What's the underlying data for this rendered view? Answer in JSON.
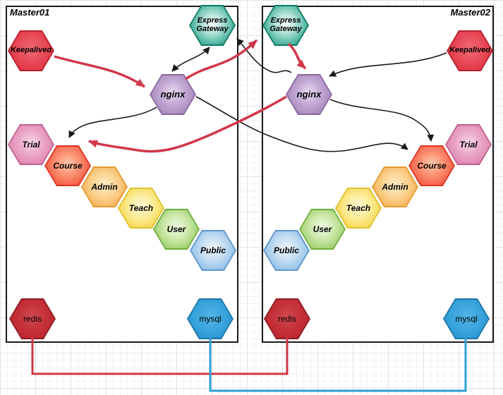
{
  "diagram": {
    "boxes": [
      {
        "id": "master01",
        "title": "Master01"
      },
      {
        "id": "master02",
        "title": "Master02"
      }
    ],
    "node_labels": {
      "keepalived": "Keepalived",
      "express_gateway": "Express Gateway",
      "nginx": "nginx",
      "trial": "Trial",
      "course": "Course",
      "admin": "Admin",
      "teach": "Teach",
      "user": "User",
      "public": "Public",
      "redis": "redis",
      "mysql": "mysql"
    },
    "palette": {
      "keepalived": "#e23748",
      "express_gateway": "#2aa28c",
      "nginx": "#a183b8",
      "trial": "#dd7fab",
      "course": "#f1503a",
      "admin": "#f3ae4e",
      "teach": "#f4d33f",
      "user": "#94c95e",
      "public": "#85b9e6",
      "redis": "#c42f38",
      "mysql": "#2d9dd8",
      "arrow_red": "#d1374c",
      "arrow_black": "#1a1a1a",
      "box_border": "#1a1a1a"
    },
    "edges": [
      {
        "from": "Keepalived (Master01)",
        "to": "nginx (Master01)",
        "style": "red-thick-arrow"
      },
      {
        "from": "nginx (Master01)",
        "to": "Express Gateway (Master01)",
        "style": "black-double-arrow"
      },
      {
        "from": "nginx (Master01)",
        "to": "Express Gateway (Master02)",
        "style": "red-thick-arrow"
      },
      {
        "from": "Express Gateway (Master02)",
        "to": "nginx (Master02)",
        "style": "red-thick-arrow"
      },
      {
        "from": "nginx (Master02)",
        "to": "Express Gateway (Master01)",
        "style": "black-arrow"
      },
      {
        "from": "Keepalived (Master02)",
        "to": "nginx (Master02)",
        "style": "black-arrow"
      },
      {
        "from": "nginx (Master01)",
        "to": "Course (Master01)",
        "style": "black-arrow"
      },
      {
        "from": "nginx (Master01)",
        "to": "Course (Master02)",
        "style": "black-arrow"
      },
      {
        "from": "nginx (Master02)",
        "to": "Course (Master02)",
        "style": "black-arrow"
      },
      {
        "from": "nginx (Master02)",
        "to": "Course (Master01)",
        "style": "red-thick-arrow"
      },
      {
        "from": "redis (Master01)",
        "to": "redis (Master02)",
        "style": "red-line"
      },
      {
        "from": "mysql (Master01)",
        "to": "mysql (Master02)",
        "style": "blue-line"
      }
    ]
  }
}
